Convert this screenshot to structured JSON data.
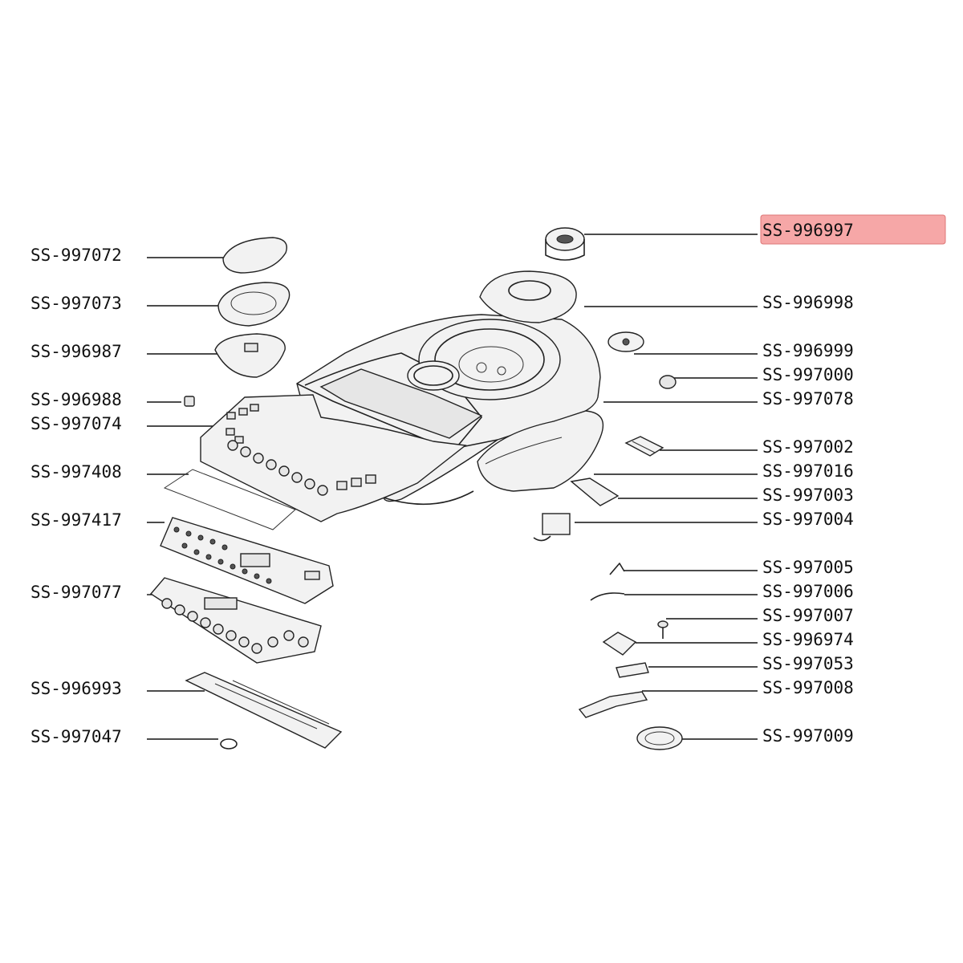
{
  "highlight_color": "#f6a7a7",
  "parts": {
    "left": [
      {
        "id": "SS-997072"
      },
      {
        "id": "SS-997073"
      },
      {
        "id": "SS-996987"
      },
      {
        "id": "SS-996988"
      },
      {
        "id": "SS-997074"
      },
      {
        "id": "SS-997408"
      },
      {
        "id": "SS-997417"
      },
      {
        "id": "SS-997077"
      },
      {
        "id": "SS-996993"
      },
      {
        "id": "SS-997047"
      }
    ],
    "right": [
      {
        "id": "SS-996997",
        "highlighted": true
      },
      {
        "id": "SS-996998"
      },
      {
        "id": "SS-996999"
      },
      {
        "id": "SS-997000"
      },
      {
        "id": "SS-997078"
      },
      {
        "id": "SS-997002"
      },
      {
        "id": "SS-997016"
      },
      {
        "id": "SS-997003"
      },
      {
        "id": "SS-997004"
      },
      {
        "id": "SS-997005"
      },
      {
        "id": "SS-997006"
      },
      {
        "id": "SS-997007"
      },
      {
        "id": "SS-996974"
      },
      {
        "id": "SS-997053"
      },
      {
        "id": "SS-997008"
      },
      {
        "id": "SS-997009"
      }
    ]
  }
}
